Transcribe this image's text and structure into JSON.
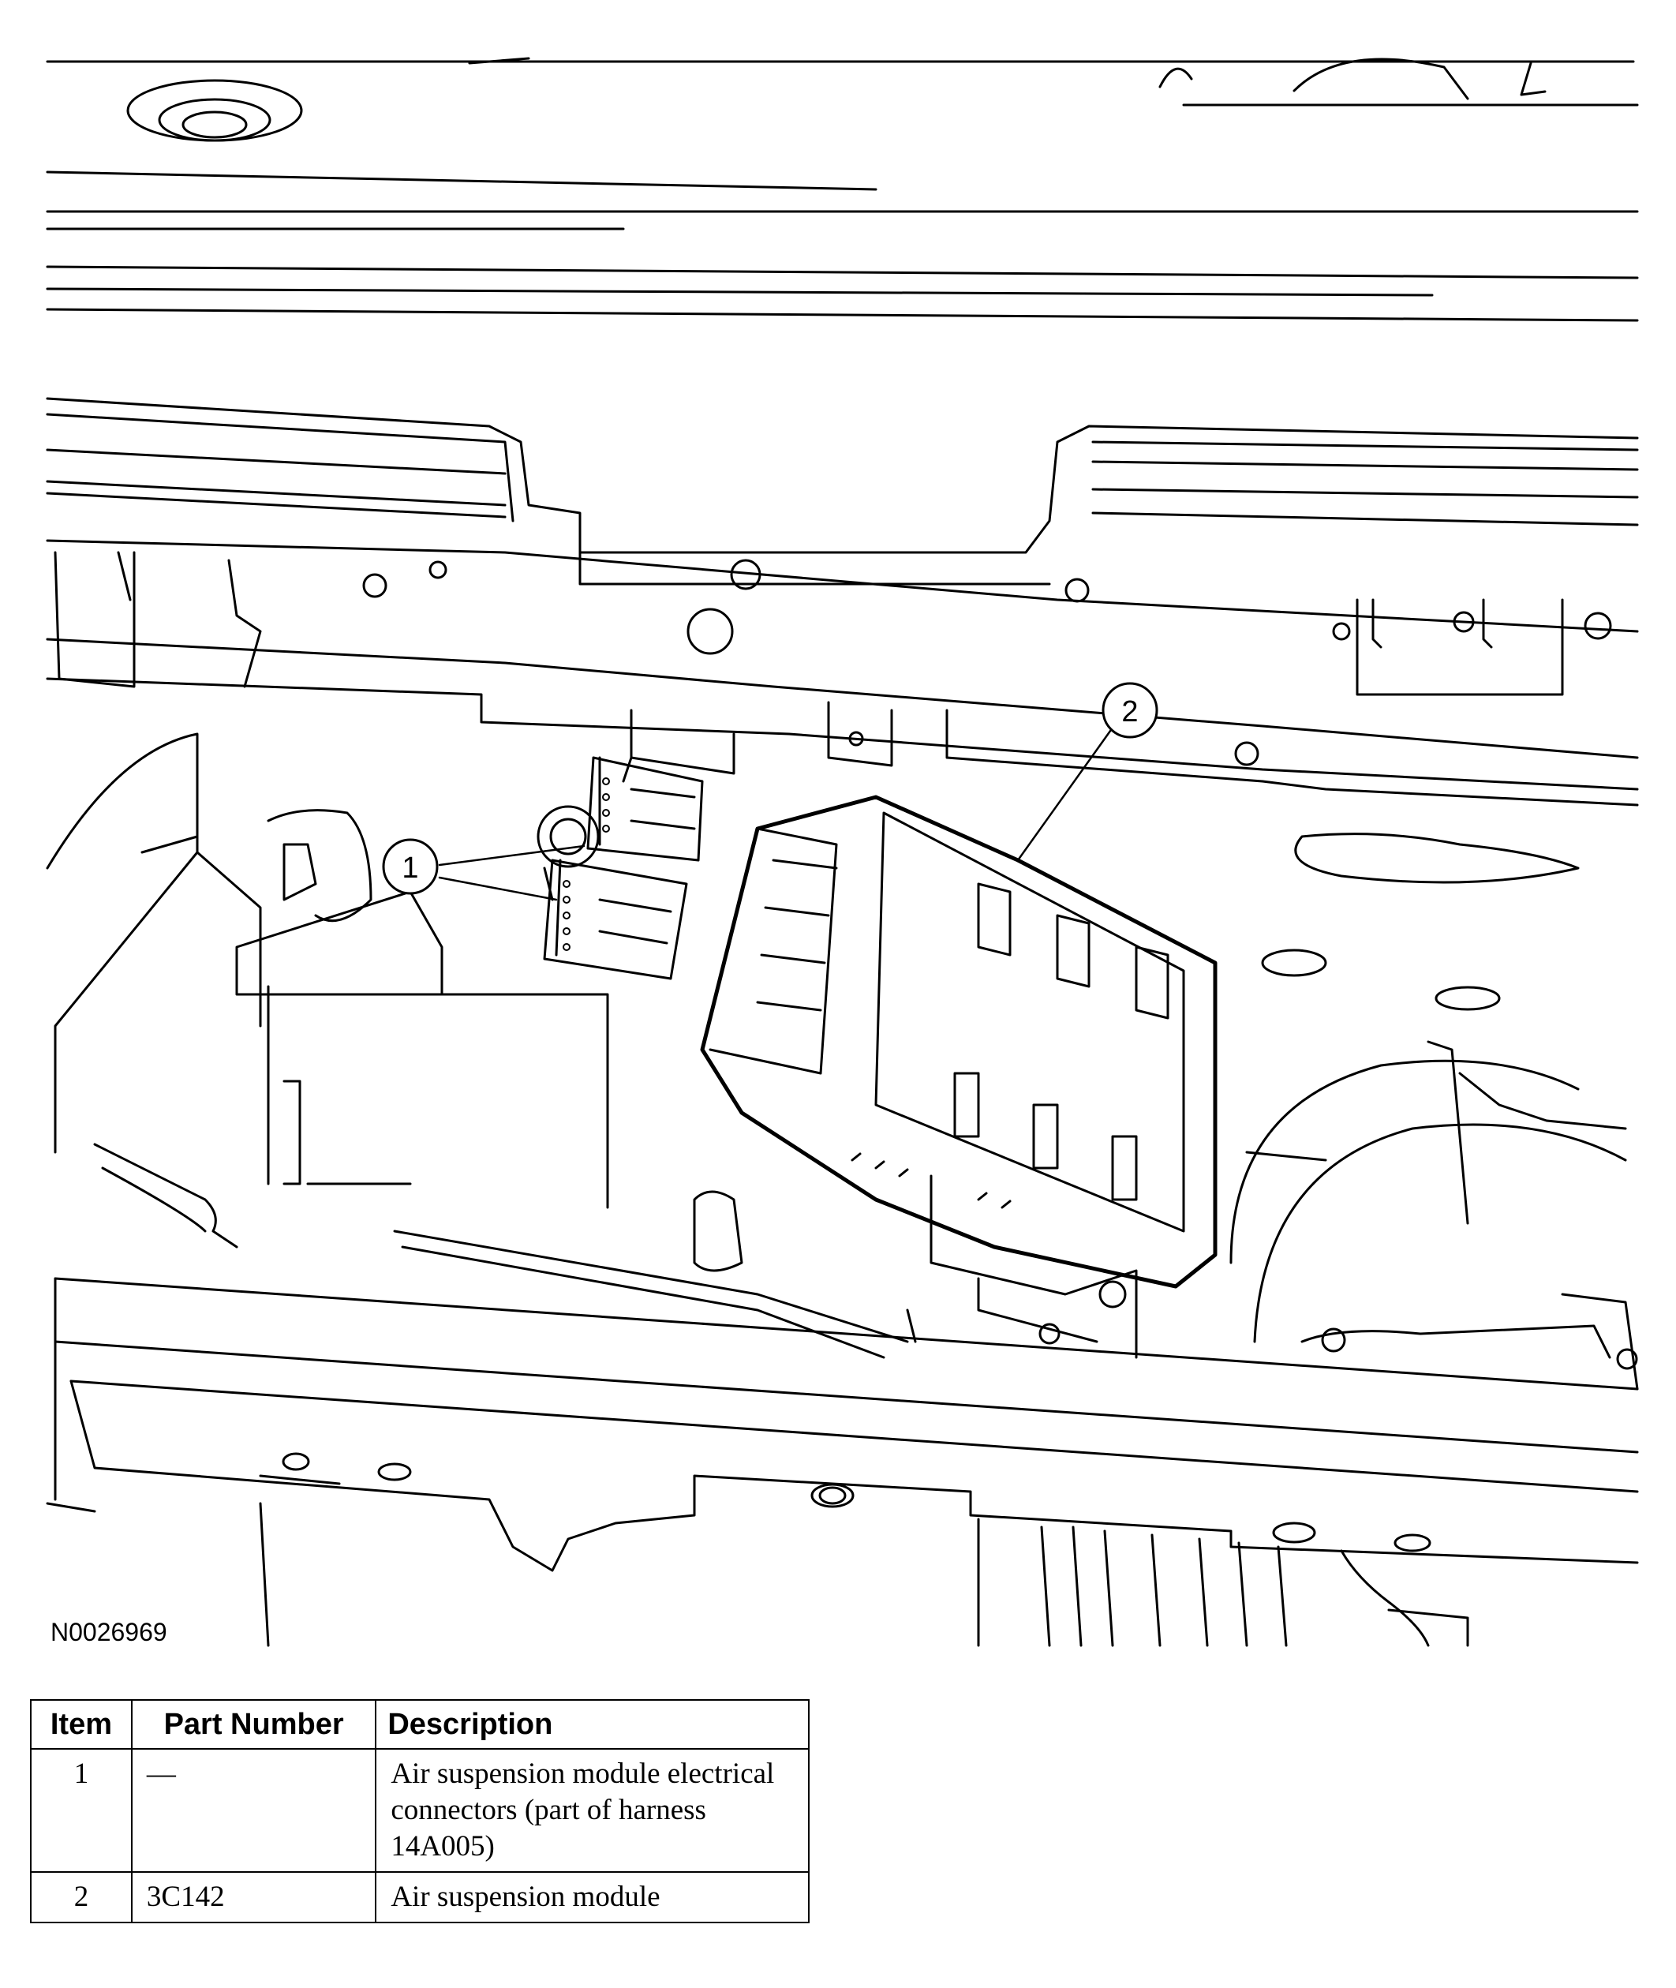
{
  "figure": {
    "id_label": "N0026969",
    "callouts": [
      "1",
      "2"
    ]
  },
  "table": {
    "headers": [
      "Item",
      "Part Number",
      "Description"
    ],
    "rows": [
      {
        "item": "1",
        "part_number": "—",
        "description": "Air suspension module electrical connectors (part of harness 14A005)"
      },
      {
        "item": "2",
        "part_number": "3C142",
        "description": "Air suspension module"
      }
    ]
  }
}
